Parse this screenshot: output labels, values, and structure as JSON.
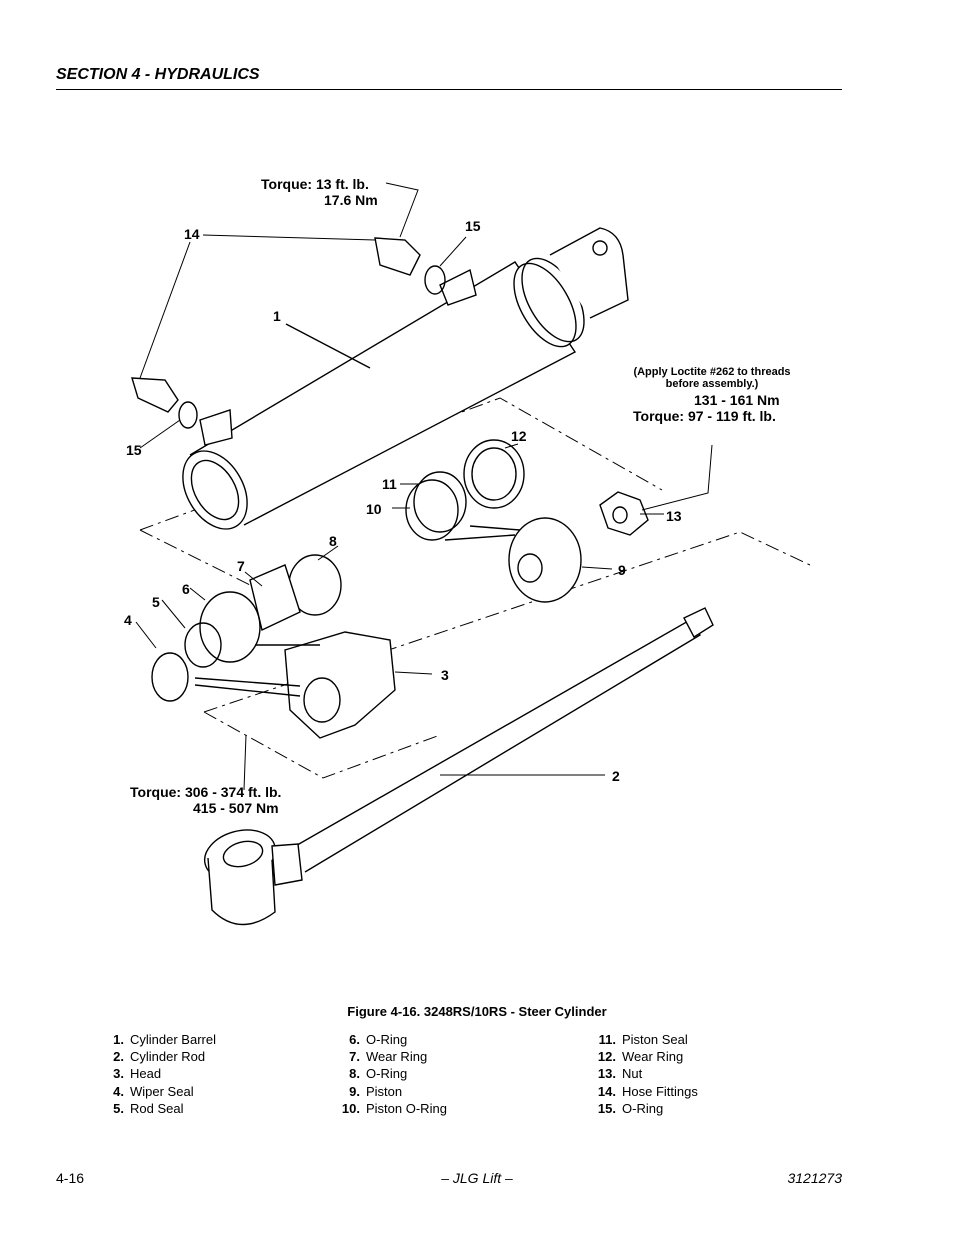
{
  "header": {
    "section_title": "SECTION 4 - HYDRAULICS"
  },
  "figure": {
    "caption": "Figure 4-16.  3248RS/10RS - Steer Cylinder",
    "callouts": {
      "c1": "1",
      "c2": "2",
      "c3": "3",
      "c4": "4",
      "c5": "5",
      "c6": "6",
      "c7": "7",
      "c8": "8",
      "c9": "9",
      "c10": "10",
      "c11": "11",
      "c12": "12",
      "c13": "13",
      "c14": "14",
      "c15a": "15",
      "c15b": "15"
    },
    "torque_fitting": {
      "line1": "Torque: 13 ft. lb.",
      "line2": "17.6 Nm"
    },
    "torque_nut": {
      "note1": "(Apply Loctite #262 to threads",
      "note2": "before assembly.)",
      "line1": "131 - 161 Nm",
      "line2": "Torque: 97 - 119 ft. lb."
    },
    "torque_head": {
      "line1": "Torque: 306 - 374 ft. lb.",
      "line2": "415 - 507 Nm"
    }
  },
  "legend": {
    "col1": [
      {
        "num": "1.",
        "label": "Cylinder Barrel"
      },
      {
        "num": "2.",
        "label": "Cylinder Rod"
      },
      {
        "num": "3.",
        "label": "Head"
      },
      {
        "num": "4.",
        "label": "Wiper Seal"
      },
      {
        "num": "5.",
        "label": "Rod Seal"
      }
    ],
    "col2": [
      {
        "num": "6.",
        "label": "O-Ring"
      },
      {
        "num": "7.",
        "label": "Wear Ring"
      },
      {
        "num": "8.",
        "label": "O-Ring"
      },
      {
        "num": "9.",
        "label": "Piston"
      },
      {
        "num": "10.",
        "label": "Piston O-Ring"
      }
    ],
    "col3": [
      {
        "num": "11.",
        "label": "Piston Seal"
      },
      {
        "num": "12.",
        "label": "Wear Ring"
      },
      {
        "num": "13.",
        "label": "Nut"
      },
      {
        "num": "14.",
        "label": "Hose Fittings"
      },
      {
        "num": "15.",
        "label": "O-Ring"
      }
    ]
  },
  "footer": {
    "page_number": "4-16",
    "publisher": "– JLG Lift –",
    "doc_number": "3121273"
  }
}
